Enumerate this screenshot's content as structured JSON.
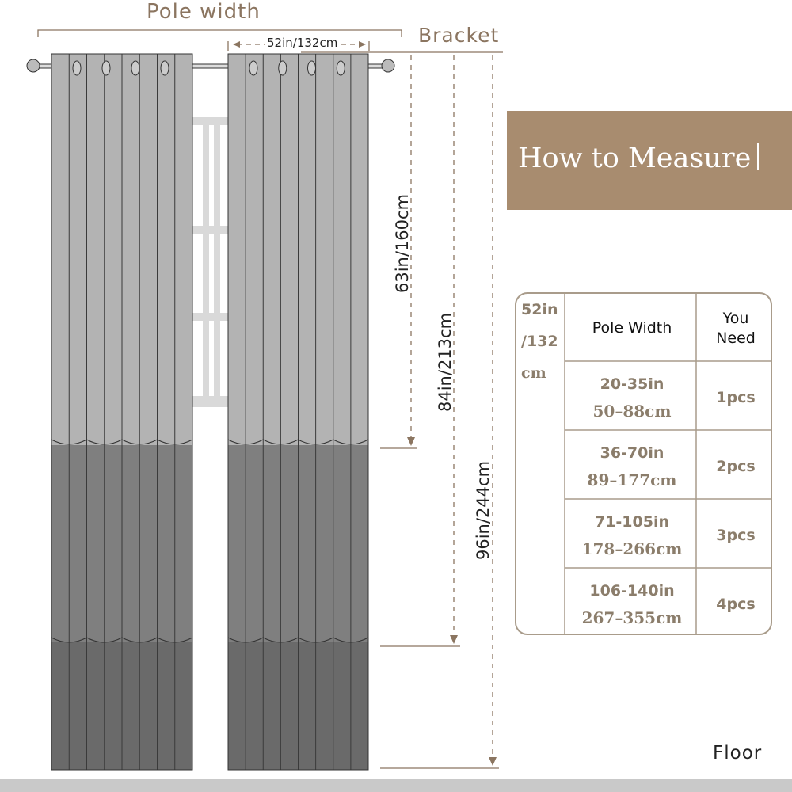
{
  "labels": {
    "pole_width": "Pole  width",
    "bracket": "Bracket",
    "panel_width": "52in/132cm",
    "length_1": "63in/160cm",
    "length_2": "84in/213cm",
    "length_3": "96in/244cm",
    "floor": "Floor"
  },
  "title": "How to Measure",
  "table": {
    "side_label": [
      "52in",
      "/132",
      "cm"
    ],
    "headers": {
      "pole_width": "Pole Width",
      "you_need": "You Need"
    },
    "rows": [
      {
        "inches": "20-35in",
        "cm": "50–88cm",
        "need": "1pcs"
      },
      {
        "inches": "36-70in",
        "cm": "89–177cm",
        "need": "2pcs"
      },
      {
        "inches": "71-105in",
        "cm": "178–266cm",
        "need": "3pcs"
      },
      {
        "inches": "106-140in",
        "cm": "267–355cm",
        "need": "4pcs"
      }
    ]
  },
  "colors": {
    "accent": "#a88c6f",
    "text_brown": "#8b7d6b",
    "curtain_light": "#b3b3b3",
    "curtain_mid": "#7f7f7f",
    "curtain_dark": "#6a6a6a"
  }
}
